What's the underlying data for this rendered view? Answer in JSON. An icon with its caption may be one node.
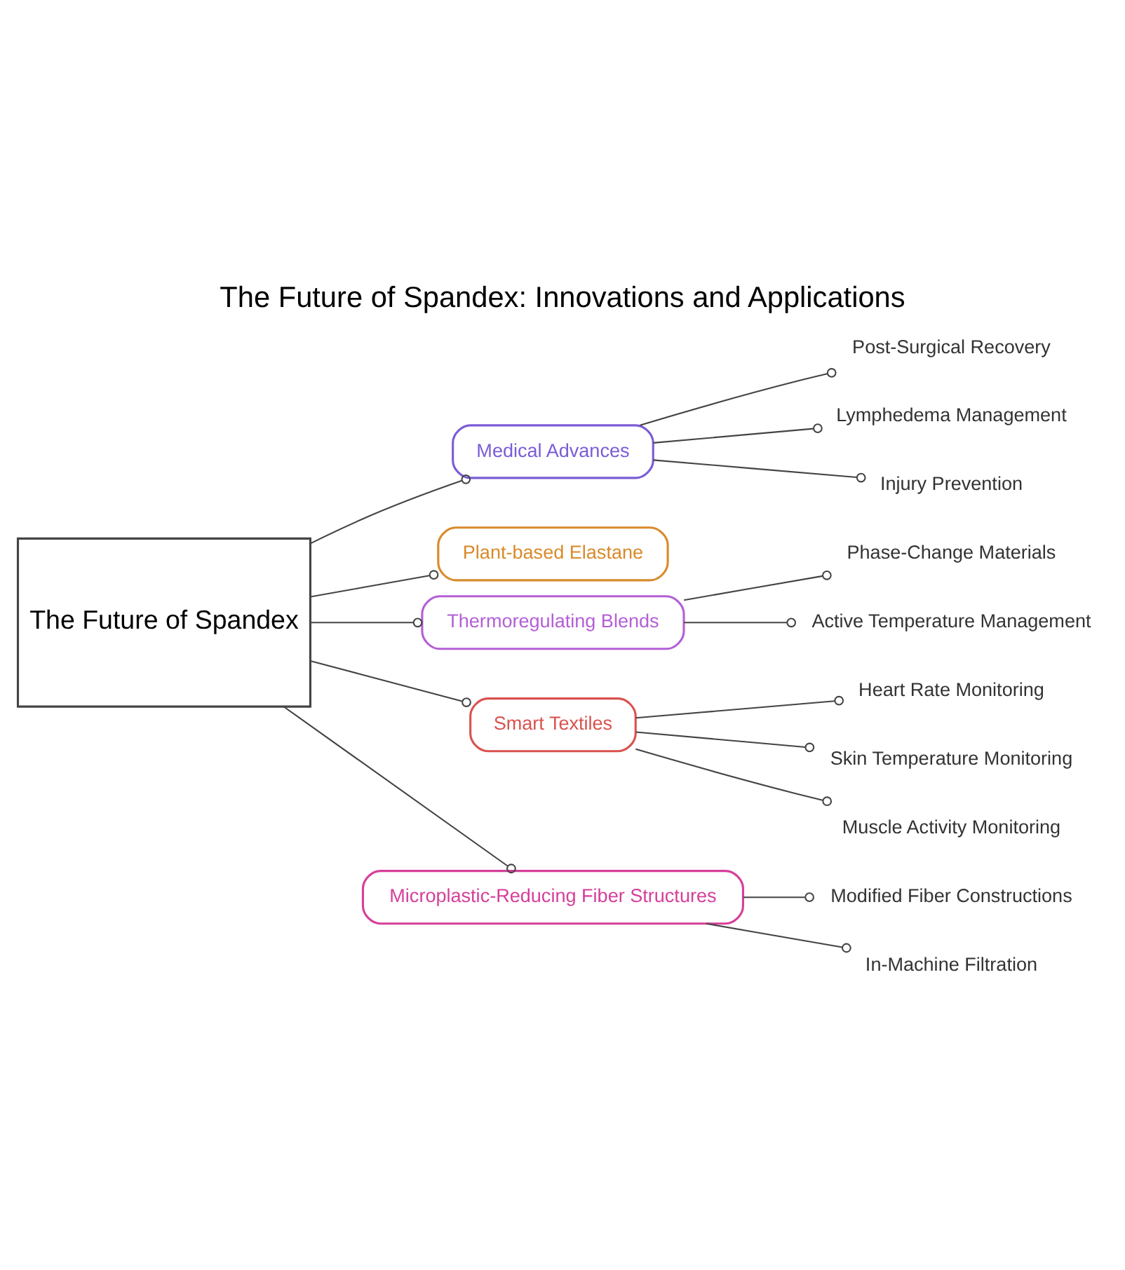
{
  "diagram": {
    "title": "The Future of Spandex: Innovations and Applications",
    "nodes": [
      {
        "text": [
          "The Future of Spandex"
        ]
      },
      {
        "text": [
          "Medical Advances"
        ]
      },
      {
        "text": [
          "Post-Surgical Recovery"
        ]
      },
      {
        "text": [
          "Lymphedema Management"
        ]
      },
      {
        "text": [
          "Injury Prevention"
        ]
      },
      {
        "text": [
          "Plant-based Elastane"
        ]
      },
      {
        "text": [
          "Thermoregulating Blends"
        ]
      },
      {
        "text": [
          "Phase-Change Materials"
        ]
      },
      {
        "text": [
          "Active Temperature Management"
        ]
      },
      {
        "text": [
          "Smart Textiles"
        ]
      },
      {
        "text": [
          "Heart Rate Monitoring"
        ]
      },
      {
        "text": [
          "Skin Temperature Monitoring"
        ]
      },
      {
        "text": [
          "Muscle Activity Monitoring"
        ]
      },
      {
        "text": [
          "Microplastic-Reducing Fiber Structures"
        ]
      },
      {
        "text": [
          "Modified Fiber Constructions"
        ]
      },
      {
        "text": [
          "In-Machine Filtration"
        ]
      }
    ],
    "edges": [
      {
        "from": 0,
        "to": 1,
        "arrow": "other"
      },
      {
        "from": 1,
        "to": 2,
        "arrow": "other"
      },
      {
        "from": 1,
        "to": 3,
        "arrow": "other"
      },
      {
        "from": 1,
        "to": 4,
        "arrow": "other"
      },
      {
        "from": 0,
        "to": 5,
        "arrow": "other"
      },
      {
        "from": 0,
        "to": 6,
        "arrow": "other"
      },
      {
        "from": 6,
        "to": 7,
        "arrow": "other"
      },
      {
        "from": 6,
        "to": 8,
        "arrow": "other"
      },
      {
        "from": 0,
        "to": 9,
        "arrow": "other"
      },
      {
        "from": 9,
        "to": 10,
        "arrow": "other"
      },
      {
        "from": 9,
        "to": 11,
        "arrow": "other"
      },
      {
        "from": 9,
        "to": 12,
        "arrow": "other"
      },
      {
        "from": 0,
        "to": 13,
        "arrow": "other"
      },
      {
        "from": 13,
        "to": 14,
        "arrow": "other"
      },
      {
        "from": 13,
        "to": 15,
        "arrow": "other"
      }
    ]
  }
}
